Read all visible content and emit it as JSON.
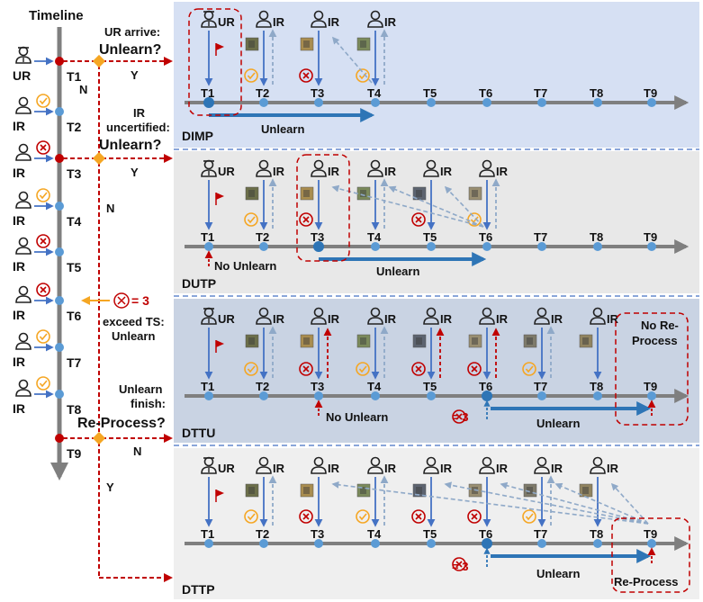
{
  "left": {
    "title": "Timeline",
    "user_ur": "UR",
    "user_ir": "IR",
    "times": [
      "T1",
      "T2",
      "T3",
      "T4",
      "T5",
      "T6",
      "T7",
      "T8",
      "T9"
    ],
    "q1": {
      "line1": "UR arrive:",
      "line2": "Unlearn?"
    },
    "q2": {
      "line1": "IR",
      "line2": "uncertified:",
      "line3": "Unlearn?"
    },
    "q3": {
      "line1": "Unlearn",
      "line2": "finish:",
      "line3": "Re-Process?"
    },
    "yes": "Y",
    "no": "N",
    "threshold": {
      "count": "= 3",
      "line1": "exceed TS:",
      "line2": "Unlearn"
    }
  },
  "panels": [
    {
      "name": "DIMP",
      "unlearn": "Unlearn",
      "users": [
        "UR",
        "IR",
        "IR",
        "IR"
      ]
    },
    {
      "name": "DUTP",
      "unlearn": "Unlearn",
      "no_unlearn": "No Unlearn",
      "users": [
        "UR",
        "IR",
        "IR",
        "IR",
        "IR",
        "IR"
      ]
    },
    {
      "name": "DTTU",
      "unlearn": "Unlearn",
      "no_unlearn": "No Unlearn",
      "count": "= 3",
      "no_reprocess": [
        "No Re-",
        "Process"
      ],
      "users": [
        "UR",
        "IR",
        "IR",
        "IR",
        "IR",
        "IR",
        "IR",
        "IR"
      ]
    },
    {
      "name": "DTTP",
      "unlearn": "Unlearn",
      "count": "= 3",
      "reprocess": "Re-Process",
      "users": [
        "UR",
        "IR",
        "IR",
        "IR",
        "IR",
        "IR",
        "IR",
        "IR"
      ]
    }
  ],
  "colors": {
    "panel1": "#d6e0f3",
    "panel2": "#e8e8e8",
    "panel3": "#c9d3e3",
    "panel4": "#efefef",
    "axis": "#7f7f7f",
    "node": "#5b9bd5",
    "node_dark": "#2e75b6",
    "red": "#c00000",
    "orange": "#f5a623",
    "blue_arrow": "#4472c4",
    "gray_arrow": "#8fa9c8"
  }
}
